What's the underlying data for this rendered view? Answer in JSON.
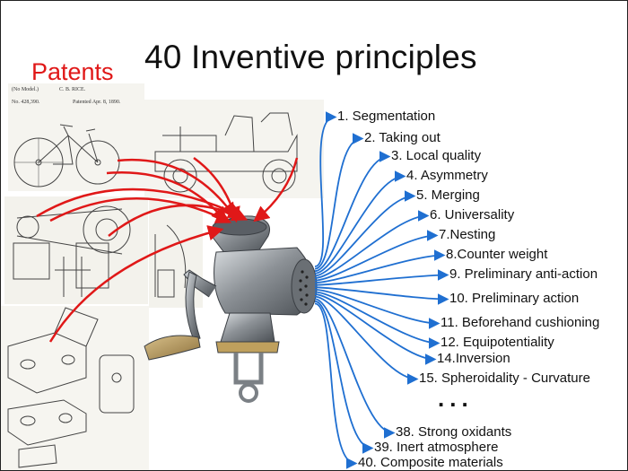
{
  "title": "40 Inventive principles",
  "left_label": "Patents",
  "patent_text": {
    "l1": "(No Model.)",
    "l2": "C. B. RICE.",
    "l3": "No. 428,390.",
    "l4": "Patented Apr. 8, 1890."
  },
  "principles": [
    "1. Segmentation",
    "2. Taking out",
    "3. Local quality",
    "4. Asymmetry",
    "5. Merging",
    "6. Universality",
    "7.Nesting",
    "8.Counter weight",
    "9. Preliminary anti-action",
    "10. Preliminary action",
    "11. Beforehand cushioning",
    "12. Equipotentiality",
    "14.Inversion",
    "15. Spheroidality - Curvature",
    "38. Strong oxidants",
    "39. Inert atmosphere",
    "40. Composite materials"
  ],
  "ellipsis": "...",
  "colors": {
    "patent_arrows": "#e01818",
    "principle_arrows": "#1f6fd1",
    "grinder_metal": "#8c9196",
    "handle_wood": "#b89a5c"
  }
}
